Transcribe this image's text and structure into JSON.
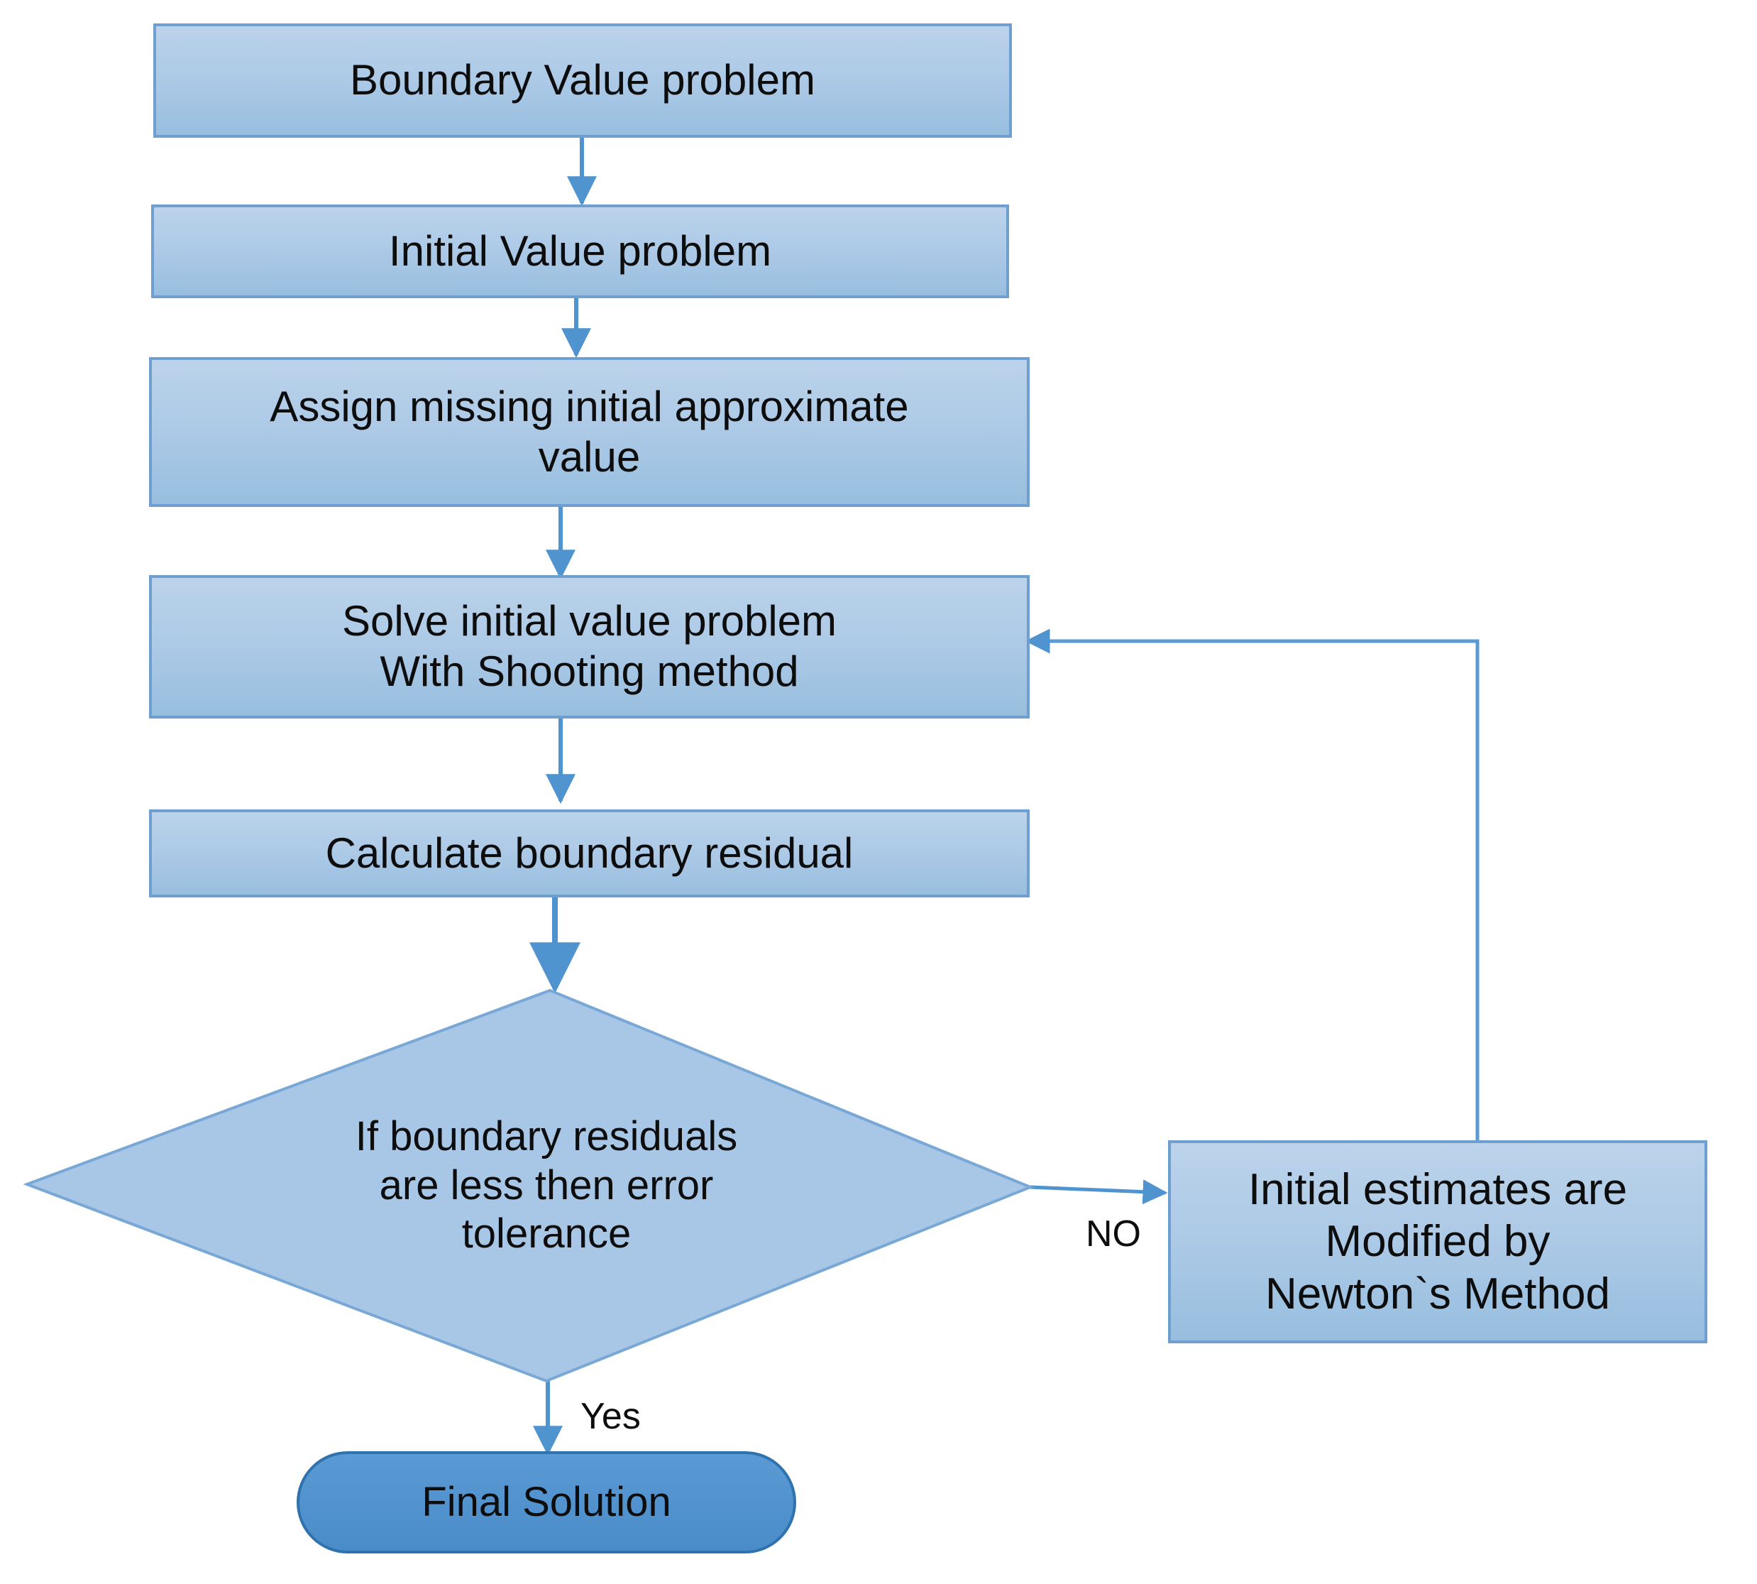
{
  "diagram": {
    "title": "Shooting method flowchart for boundary value problems",
    "colors": {
      "process_fill_top": "#b4cde8",
      "process_fill_bottom": "#9cbfe0",
      "process_stroke": "#6f9fd0",
      "decision_fill": "#a8c6e5",
      "decision_stroke": "#6f9fd0",
      "terminal_fill": "#4f93cf",
      "terminal_stroke": "#2f72ad",
      "connector": "#4f93cf",
      "text": "#0d0d0d",
      "background": "#ffffff"
    },
    "nodes": [
      {
        "id": "boundary-value-problem",
        "shape": "process",
        "label": "Boundary Value problem"
      },
      {
        "id": "initial-value-problem",
        "shape": "process",
        "label": "Initial Value problem"
      },
      {
        "id": "assign-missing-value",
        "shape": "process",
        "label": "Assign missing initial approximate\nvalue"
      },
      {
        "id": "solve-shooting",
        "shape": "process",
        "label": "Solve initial value problem\nWith Shooting method"
      },
      {
        "id": "calculate-residual",
        "shape": "process",
        "label": "Calculate boundary residual"
      },
      {
        "id": "residual-check",
        "shape": "decision",
        "label": "If boundary residuals\nare less then error\ntolerance"
      },
      {
        "id": "newton-modify",
        "shape": "process",
        "label": "Initial estimates are\nModified by\nNewton`s Method"
      },
      {
        "id": "final-solution",
        "shape": "terminal",
        "label": "Final Solution"
      }
    ],
    "edges": [
      {
        "id": "e1",
        "from": "boundary-value-problem",
        "to": "initial-value-problem",
        "label": ""
      },
      {
        "id": "e2",
        "from": "initial-value-problem",
        "to": "assign-missing-value",
        "label": ""
      },
      {
        "id": "e3",
        "from": "assign-missing-value",
        "to": "solve-shooting",
        "label": ""
      },
      {
        "id": "e4",
        "from": "solve-shooting",
        "to": "calculate-residual",
        "label": ""
      },
      {
        "id": "e5",
        "from": "calculate-residual",
        "to": "residual-check",
        "label": ""
      },
      {
        "id": "e6",
        "from": "residual-check",
        "to": "newton-modify",
        "label": "NO"
      },
      {
        "id": "e7",
        "from": "residual-check",
        "to": "final-solution",
        "label": "Yes"
      },
      {
        "id": "e8",
        "from": "newton-modify",
        "to": "solve-shooting",
        "label": ""
      }
    ],
    "edge_labels": {
      "no": "NO",
      "yes": "Yes"
    }
  }
}
